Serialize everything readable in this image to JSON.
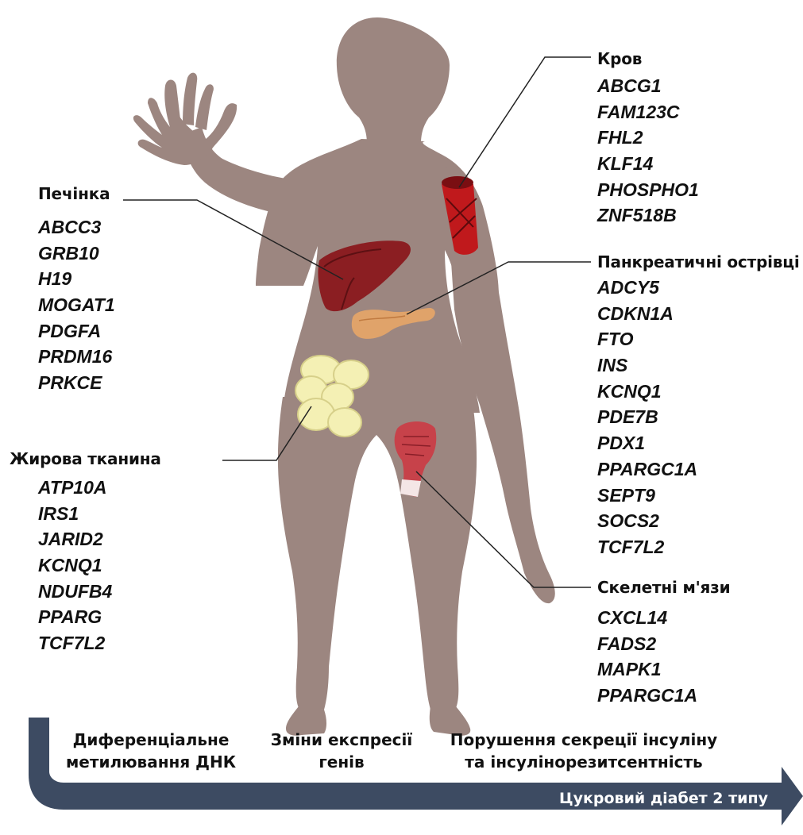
{
  "tissues": {
    "liver": {
      "title": "Печінка",
      "genes": [
        "ABCC3",
        "GRB10",
        "H19",
        "MOGAT1",
        "PDGFA",
        "PRDM16",
        "PRKCE"
      ]
    },
    "adipose": {
      "title": "Жирова тканина",
      "genes": [
        "ATP10A",
        "IRS1",
        "JARID2",
        "KCNQ1",
        "NDUFB4",
        "PPARG",
        "TCF7L2"
      ]
    },
    "blood": {
      "title": "Кров",
      "genes": [
        "ABCG1",
        "FAM123C",
        "FHL2",
        "KLF14",
        "PHOSPHO1",
        "ZNF518B"
      ]
    },
    "islets": {
      "title": "Панкреатичні острівці",
      "genes": [
        "ADCY5",
        "CDKN1A",
        "FTO",
        "INS",
        "KCNQ1",
        "PDE7B",
        "PDX1",
        "PPARGC1A",
        "SEPT9",
        "SOCS2",
        "TCF7L2"
      ]
    },
    "muscle": {
      "title": "Скелетні м'язи",
      "genes": [
        "CXCL14",
        "FADS2",
        "MAPK1",
        "PPARGC1A"
      ]
    }
  },
  "bottom": {
    "step1": [
      "Диференціальне",
      "метилювання ДНК"
    ],
    "step2": [
      "Зміни експресії",
      "генів"
    ],
    "step3": [
      "Порушення секреції інсуліну",
      "та інсулінорезитсентність"
    ],
    "arrow_label": "Цукровий діабет 2 типу"
  },
  "colors": {
    "body": "#9c8680",
    "arrow": "#3d4b62",
    "liver": "#8b1e22",
    "blood": "#c0191c",
    "pancreas": "#e0a36a",
    "fat": "#f4f0b4",
    "muscle": "#c7424a"
  }
}
